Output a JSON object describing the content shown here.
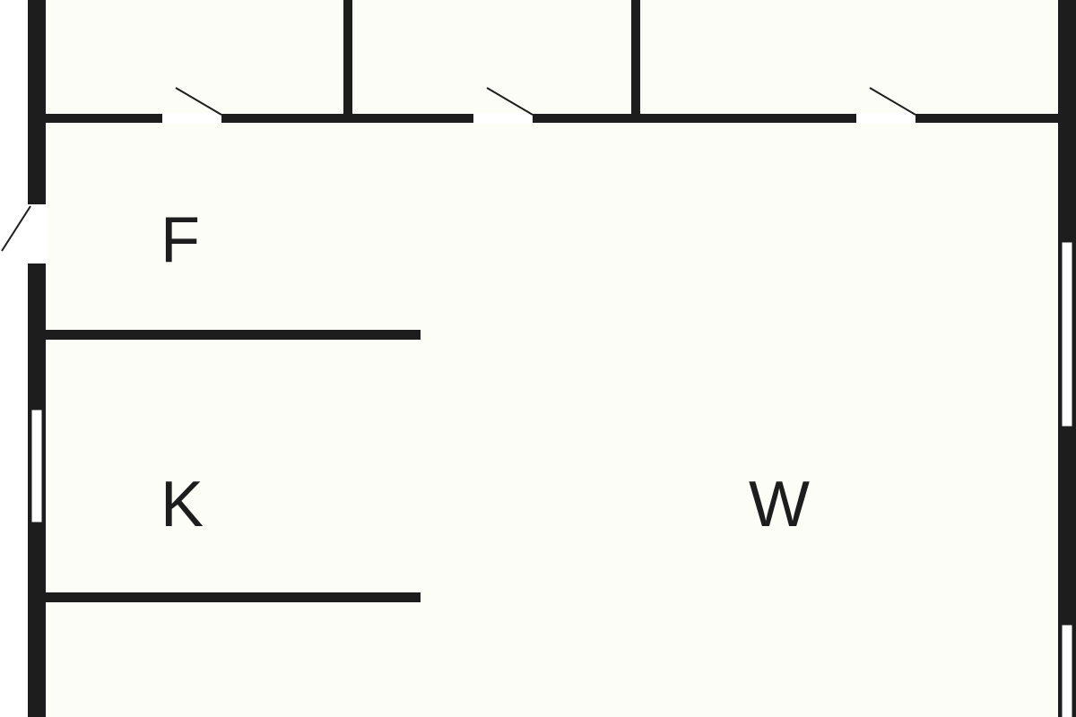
{
  "colors": {
    "floor": "#fcfdf7",
    "wall": "#1d1d1d",
    "opening": "#ffffff",
    "label": "#1d1d1d"
  },
  "rooms": [
    {
      "id": "f",
      "label": "F"
    },
    {
      "id": "k",
      "label": "K"
    },
    {
      "id": "w",
      "label": "W"
    }
  ]
}
